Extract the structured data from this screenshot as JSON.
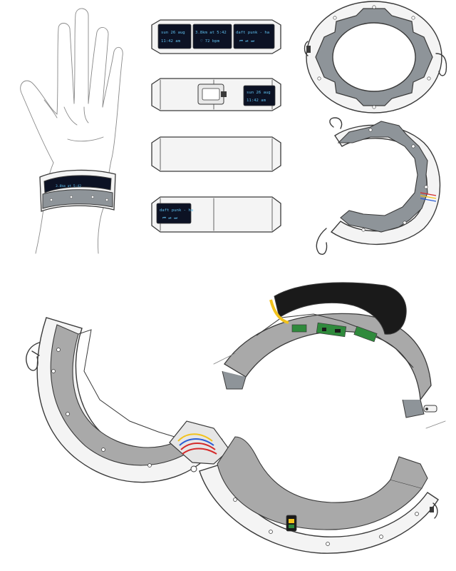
{
  "colors": {
    "paper": "#ffffff",
    "ink": "#3a3a3a",
    "band_gray": "#8e9499",
    "inner_gray": "#a9a9a9",
    "shell_white": "#f4f4f4",
    "screen": "#0c1224",
    "screen_text": "#5fc0f0",
    "pcb": "#2f8a3c",
    "strap": "#1a1a1a",
    "wire_red": "#d42a2a",
    "wire_yellow": "#f2c21c",
    "wire_blue": "#2a5cd4"
  },
  "screens": {
    "left": {
      "line1": "sun 26 aug",
      "line2": "11:42 am"
    },
    "center": {
      "line1": "3.8km at 5:42",
      "line2": "♡ 72 bpm"
    },
    "right": {
      "line1": "daft punk - ha",
      "line2": "⏮ ⏯ ⏭"
    },
    "side": {
      "line1": "sun 26 aug",
      "line2": "11:42 am"
    },
    "bottom": {
      "line1": "daft punk - ha",
      "line2": "⏮ ⏯ ⏭"
    }
  },
  "icons": [
    "hand-sketch-icon",
    "bracelet-icon",
    "clasp-icon",
    "cable-icon",
    "pcb-icon"
  ]
}
